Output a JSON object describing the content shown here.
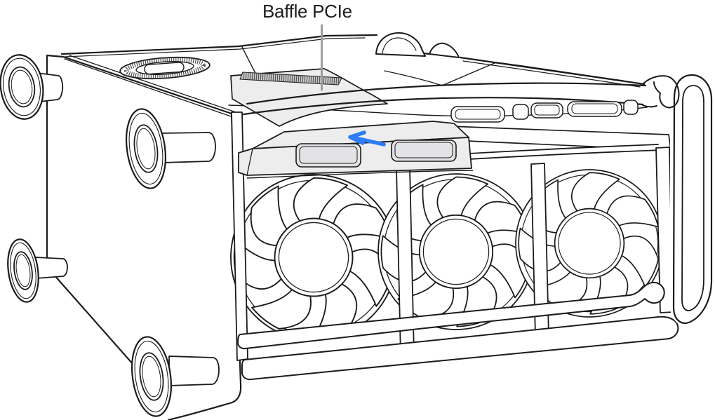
{
  "callout": {
    "label": "Baffle PCIe",
    "text_color": "#1d1d1f",
    "line_color": "#9e9e9e"
  },
  "illustration": {
    "stroke_color": "#1b1b1b",
    "background": "#ffffff",
    "baffle_fill": "#ededee",
    "slot_fill": "#e3e3e5",
    "arrow_color": "#2e7cf6",
    "fan_count": 3,
    "feet_count": 4,
    "parts": [
      "bottom-panel",
      "rubber-feet",
      "top-latch-vent",
      "pcie-baffle",
      "baffle-vent-grille",
      "baffle-slots",
      "slide-direction-arrow",
      "pcie-slot-covers",
      "frame-top-rail",
      "frame-handle",
      "cooling-fans",
      "frame-bottom-rails"
    ]
  }
}
